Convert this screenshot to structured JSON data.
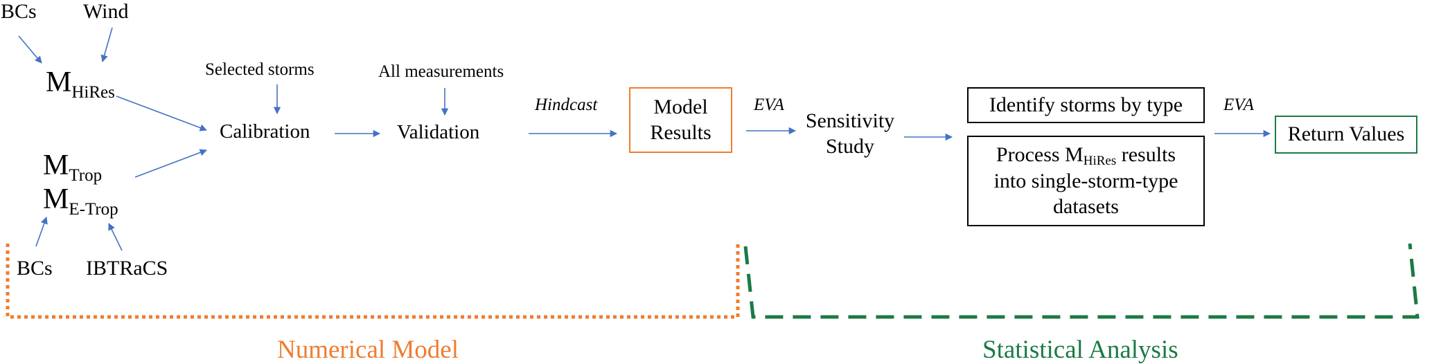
{
  "colors": {
    "arrow": "#4472c4",
    "numerical": "#ed7d31",
    "statistical": "#1b7a44",
    "text": "#000000"
  },
  "inputs": {
    "bcs_top": "BCs",
    "wind": "Wind",
    "bcs_bottom": "BCs",
    "ibtracs": "IBTRaCS"
  },
  "models": {
    "hires": {
      "base": "M",
      "sub": "HiRes"
    },
    "trop": {
      "base": "M",
      "sub": "Trop"
    },
    "etrop": {
      "base": "M",
      "sub": "E-Trop"
    }
  },
  "steps": {
    "selected_storms": "Selected storms",
    "calibration": "Calibration",
    "all_measurements": "All measurements",
    "validation": "Validation",
    "hindcast": "Hindcast",
    "model_results_1": "Model",
    "model_results_2": "Results",
    "eva_1": "EVA",
    "sensitivity_1": "Sensitivity",
    "sensitivity_2": "Study",
    "identify": "Identify storms by type",
    "process_prefix": "Process M",
    "process_sub": "HiRes",
    "process_suffix": " results",
    "process_line2": "into single-storm-type",
    "process_line3": "datasets",
    "eva_2": "EVA",
    "return_values": "Return Values"
  },
  "groups": {
    "numerical": "Numerical Model",
    "statistical": "Statistical Analysis"
  }
}
